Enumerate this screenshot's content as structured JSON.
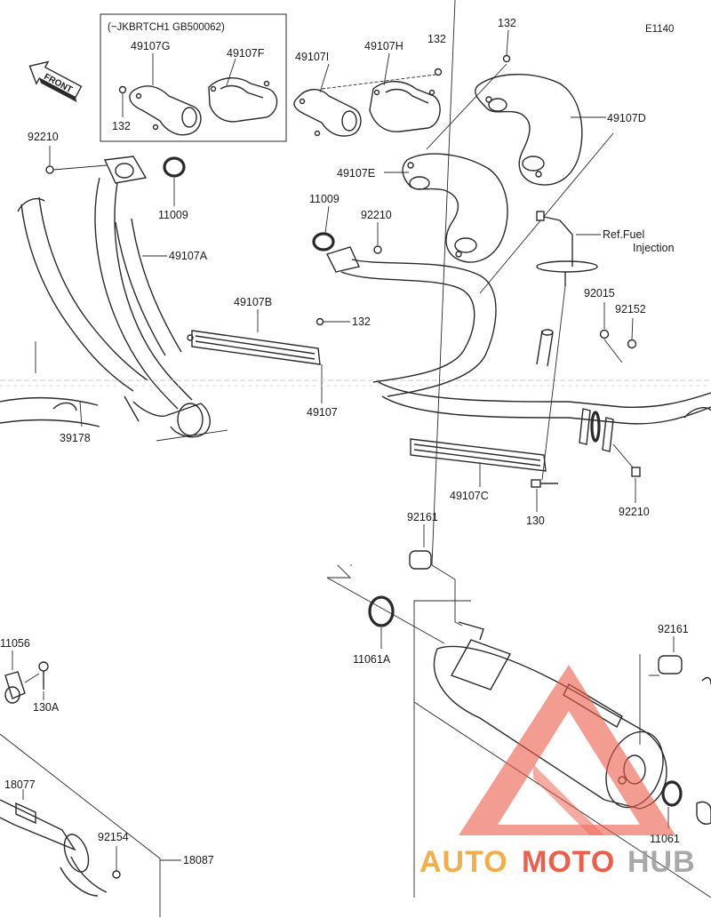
{
  "diagram_code": "E1140",
  "serial_note": "(~JKBRTCH1 GB500062)",
  "front_label": "FRONT",
  "parts": {
    "p49107G": "49107G",
    "p49107F": "49107F",
    "p132_a": "132",
    "p132_b": "132",
    "p132_c": "132",
    "p132_d": "132",
    "p49107I": "49107I",
    "p49107H": "49107H",
    "p49107D": "49107D",
    "p49107E": "49107E",
    "p92210_a": "92210",
    "p92210_b": "92210",
    "p92210_c": "92210",
    "p11009_a": "11009",
    "p11009_b": "11009",
    "p49107A": "49107A",
    "p49107B": "49107B",
    "p49107": "49107",
    "p39178": "39178",
    "p92015": "92015",
    "p92152": "92152",
    "p49107C": "49107C",
    "p130": "130",
    "p92161_a": "92161",
    "p92161_b": "92161",
    "p11061A": "11061A",
    "p11061": "11061",
    "p11056": "11056",
    "p130A": "130A",
    "p18077": "18077",
    "p92154": "92154",
    "p18087": "18087"
  },
  "ref_note": {
    "line1": "Ref.Fuel",
    "line2": "Injection"
  },
  "watermark": {
    "auto": "AUTO",
    "moto": "MOTO",
    "hub": "HUB",
    "colors": {
      "auto": "#f2a02a",
      "moto": "#e8442c",
      "hub": "#9a9a9a",
      "triangle": "#ec5a4a"
    }
  }
}
